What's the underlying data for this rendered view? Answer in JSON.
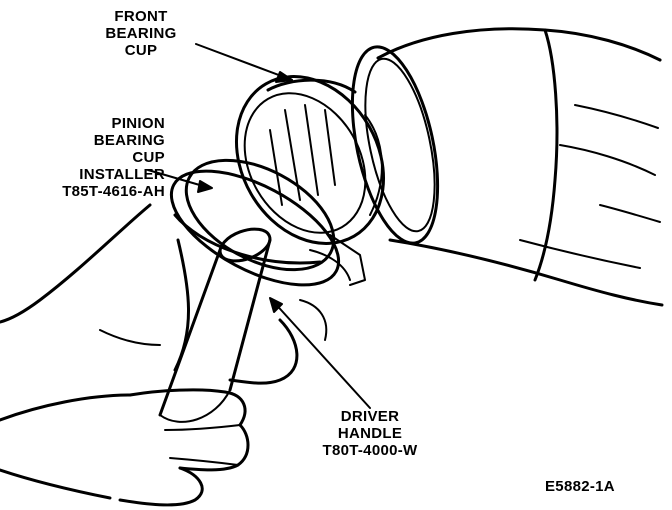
{
  "labels": {
    "front_bearing_cup": [
      "FRONT",
      "BEARING",
      "CUP"
    ],
    "pinion_bearing_cup_installer": [
      "PINION",
      "BEARING",
      "CUP",
      "INSTALLER",
      "T85T-4616-AH"
    ],
    "driver_handle": [
      "DRIVER",
      "HANDLE",
      "T80T-4000-W"
    ],
    "figure_id": "E5882-1A"
  },
  "colors": {
    "ink": "#000000",
    "paper": "#ffffff"
  }
}
